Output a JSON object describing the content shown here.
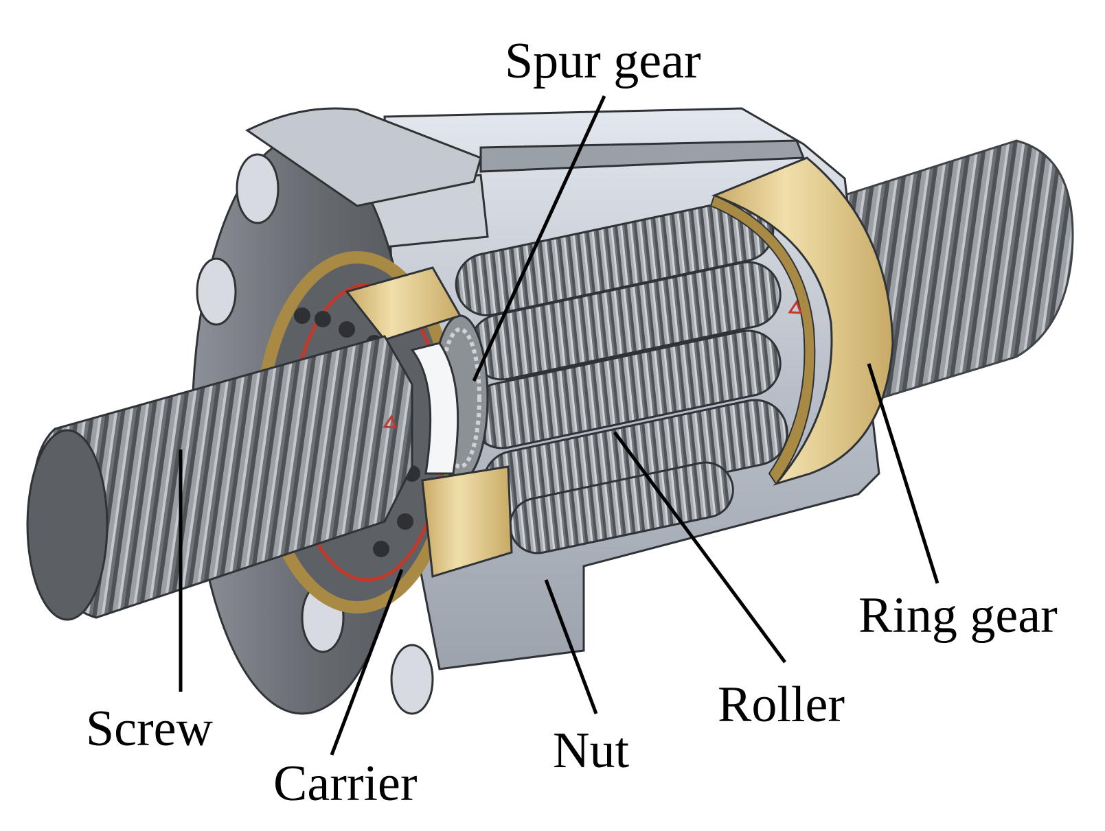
{
  "figure": {
    "labels": {
      "spur_gear": "Spur gear",
      "ring_gear": "Ring gear",
      "roller": "Roller",
      "nut": "Nut",
      "carrier": "Carrier",
      "screw": "Screw"
    },
    "colors": {
      "steel_dark": "#5f6266",
      "steel_mid": "#8a8e93",
      "steel_light": "#c9ced6",
      "housing": "#b9bec7",
      "housing_light": "#dde1e8",
      "brass": "#d8bd7a",
      "brass_light": "#efdca8",
      "brass_dark": "#a88a45",
      "seal_red": "#c0392b",
      "leader": "#000000"
    }
  }
}
